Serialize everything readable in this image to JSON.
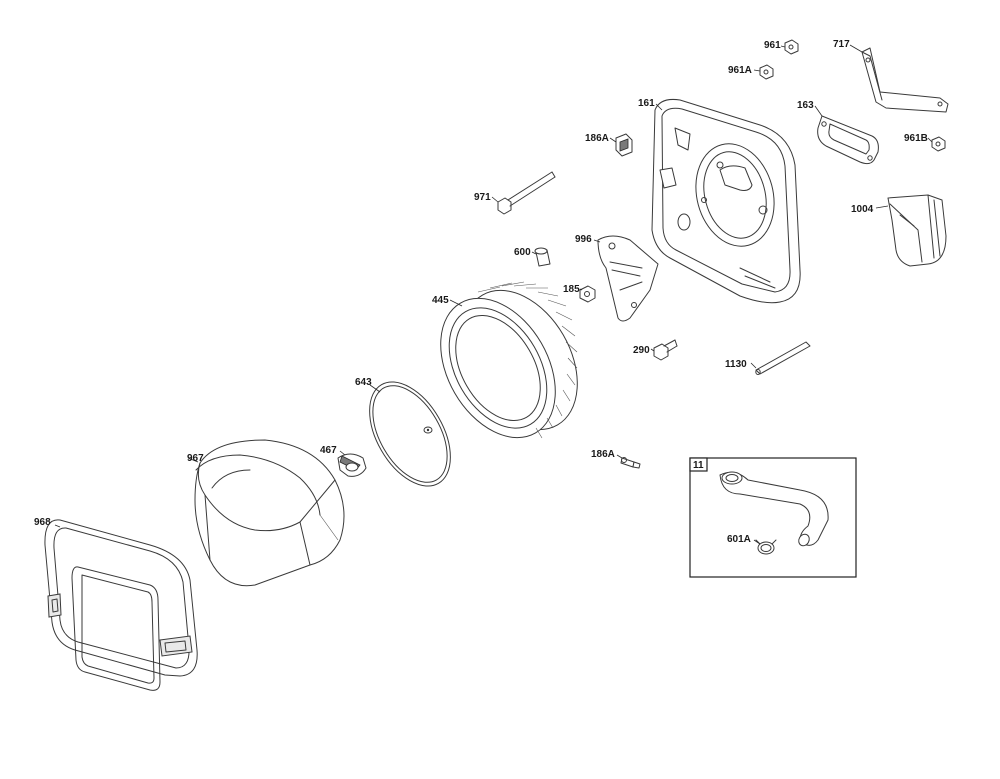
{
  "parts": [
    {
      "key": "p961",
      "label": "961"
    },
    {
      "key": "p717",
      "label": "717"
    },
    {
      "key": "p961A",
      "label": "961A"
    },
    {
      "key": "p161",
      "label": "161"
    },
    {
      "key": "p163",
      "label": "163"
    },
    {
      "key": "p186A_top",
      "label": "186A"
    },
    {
      "key": "p961B",
      "label": "961B"
    },
    {
      "key": "p971",
      "label": "971"
    },
    {
      "key": "p1004",
      "label": "1004"
    },
    {
      "key": "p996",
      "label": "996"
    },
    {
      "key": "p600",
      "label": "600"
    },
    {
      "key": "p185",
      "label": "185"
    },
    {
      "key": "p445",
      "label": "445"
    },
    {
      "key": "p290",
      "label": "290"
    },
    {
      "key": "p1130",
      "label": "1130"
    },
    {
      "key": "p643",
      "label": "643"
    },
    {
      "key": "p467",
      "label": "467"
    },
    {
      "key": "p186A_bottom",
      "label": "186A"
    },
    {
      "key": "p967",
      "label": "967"
    },
    {
      "key": "p968",
      "label": "968"
    },
    {
      "key": "p601A",
      "label": "601A"
    }
  ],
  "kit": {
    "label": "11"
  }
}
